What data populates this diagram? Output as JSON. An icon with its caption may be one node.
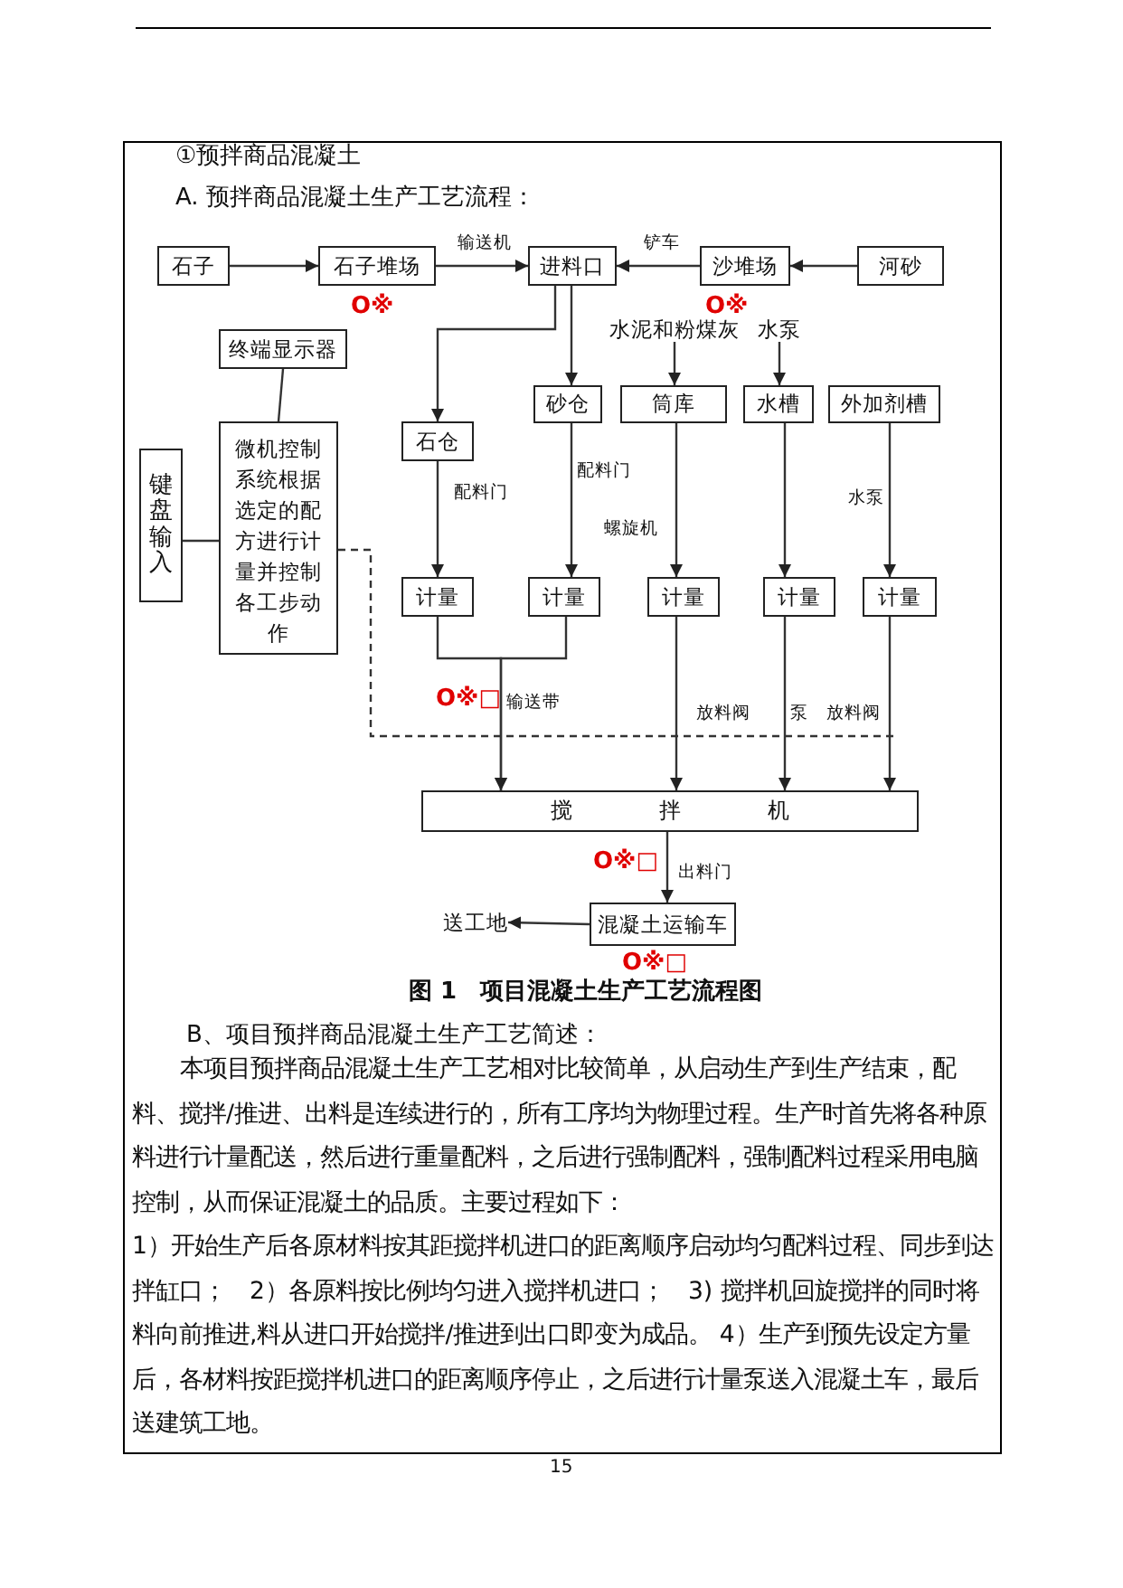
{
  "diagram": {
    "caption": "图 1　项目混凝土生产工艺流程图",
    "nodes": [
      {
        "text": [
          "石子"
        ]
      },
      {
        "text": [
          "石子堆场"
        ]
      },
      {
        "text": [
          "进料口"
        ]
      },
      {
        "text": [
          "沙堆场"
        ]
      },
      {
        "text": [
          "河砂"
        ]
      },
      {
        "text": [
          "终端显示器"
        ]
      },
      {
        "text": [
          "键盘输入"
        ]
      },
      {
        "text": [
          "微机控制系统根据选定的配方进行计量并控制各工步动作"
        ]
      },
      {
        "text": [
          "石仓"
        ]
      },
      {
        "text": [
          "砂仓"
        ]
      },
      {
        "text": [
          "筒库"
        ]
      },
      {
        "text": [
          "水槽"
        ]
      },
      {
        "text": [
          "外加剂槽"
        ]
      },
      {
        "text": [
          "计量"
        ]
      },
      {
        "text": [
          "计量"
        ]
      },
      {
        "text": [
          "计量"
        ]
      },
      {
        "text": [
          "计量"
        ]
      },
      {
        "text": [
          "计量"
        ]
      },
      {
        "text": [
          "搅拌机"
        ]
      },
      {
        "text": [
          "混凝土运输车"
        ]
      },
      {
        "text": [
          "水泥和粉煤灰"
        ]
      },
      {
        "text": [
          "水泵"
        ]
      },
      {
        "text": [
          "送工地"
        ]
      }
    ],
    "edges": [
      {
        "from": 0,
        "to": 1,
        "arrow": "to"
      },
      {
        "from": 1,
        "to": 2,
        "arrow": "to",
        "label": "输送机"
      },
      {
        "from": 3,
        "to": 2,
        "arrow": "to",
        "label": "铲车"
      },
      {
        "from": 4,
        "to": 3,
        "arrow": "to"
      },
      {
        "from": 5,
        "to": 7,
        "arrow": "none"
      },
      {
        "from": 6,
        "to": 7,
        "arrow": "none"
      },
      {
        "from": 2,
        "to": 8,
        "arrow": "to"
      },
      {
        "from": 2,
        "to": 9,
        "arrow": "to"
      },
      {
        "from": 20,
        "to": 10,
        "arrow": "to"
      },
      {
        "from": 21,
        "to": 11,
        "arrow": "to"
      },
      {
        "from": 8,
        "to": 13,
        "arrow": "to",
        "label": "配料门"
      },
      {
        "from": 9,
        "to": 14,
        "arrow": "to",
        "label": "配料门"
      },
      {
        "from": 10,
        "to": 15,
        "arrow": "to",
        "label": "螺旋机"
      },
      {
        "from": 11,
        "to": 16,
        "arrow": "to"
      },
      {
        "from": 12,
        "to": 17,
        "arrow": "to",
        "label": "水泵"
      },
      {
        "from": 13,
        "to": 18,
        "arrow": "to",
        "label": "输送带"
      },
      {
        "from": 14,
        "to": 18,
        "arrow": "to"
      },
      {
        "from": 15,
        "to": 18,
        "arrow": "to",
        "label": "放料阀"
      },
      {
        "from": 16,
        "to": 18,
        "arrow": "to",
        "label": "泵"
      },
      {
        "from": 17,
        "to": 18,
        "arrow": "to",
        "label": "放料阀"
      },
      {
        "from": 18,
        "to": 19,
        "arrow": "to",
        "label": "出料门"
      },
      {
        "from": 19,
        "to": 22,
        "arrow": "to"
      },
      {
        "from": 7,
        "to": null,
        "arrow": "none",
        "style": "dashed"
      }
    ],
    "labels": [
      "①预拌商品混凝土",
      "A. 预拌商品混凝土生产工艺流程：",
      "O※",
      "O※",
      "O※□",
      "O※□",
      "O※□",
      "B、项目预拌商品混凝土生产工艺简述：",
      "本项目预拌商品混凝土生产工艺相对比较简单，从启动生产到生产结束，配料、搅拌/推进、出料是连续进行的，所有工序均为物理过程。生产时首先将各种原料进行计量配送，然后进行重量配料，之后进行强制配料，强制配料过程采用电脑控制，从而保证混凝土的品质。主要过程如下：",
      "1）开始生产后各原材料按其距搅拌机进口的距离顺序启动均匀配料过程、同步到达拌缸口；　2）各原料按比例均匀进入搅拌机进口；　3) 搅拌机回旋搅拌的同时将料向前推进,料从进口开始搅拌/推进到出口即变为成品。 4）生产到预先设定方量后，各材料按距搅拌机进口的距离顺序停止，之后进行计量泵送入混凝土车，最后送建筑工地。",
      "15"
    ]
  }
}
